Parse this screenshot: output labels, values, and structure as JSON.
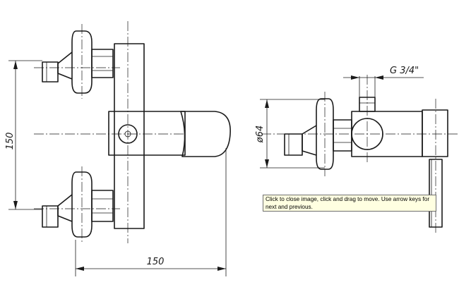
{
  "dimensions": {
    "left_height": "150",
    "bottom_width": "150",
    "thread": "G 3/4\"",
    "diameter": "ø64"
  },
  "tooltip": {
    "text": "Click to close image, click and drag to move. Use arrow keys for next and previous."
  }
}
